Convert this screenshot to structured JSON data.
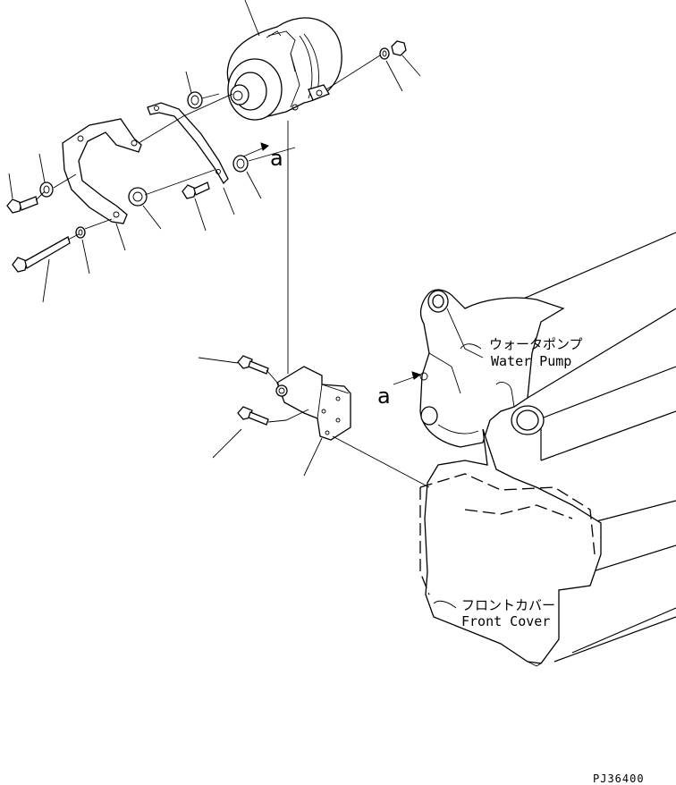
{
  "labels": {
    "water_pump_jp": "ウォータポンプ",
    "water_pump_en": "Water Pump",
    "front_cover_jp": "フロントカバー",
    "front_cover_en": "Front Cover",
    "view_a_left": "a",
    "view_a_upper": "a",
    "drawing_code": "PJ36400"
  }
}
